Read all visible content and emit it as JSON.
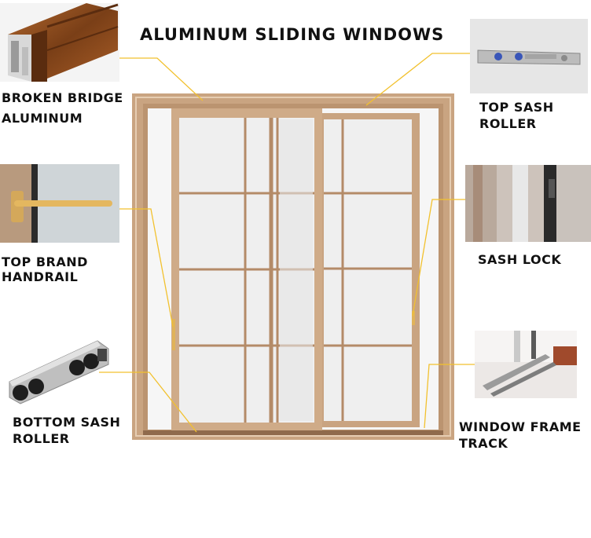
{
  "title": "ALUMINUM SLIDING WINDOWS",
  "labels": {
    "broken_bridge_1": "BROKEN BRIDGE",
    "broken_bridge_2": "ALUMINUM",
    "top_sash_1": "TOP SASH",
    "top_sash_2": "ROLLER",
    "handrail_1": "TOP BRAND",
    "handrail_2": "HANDRAIL",
    "sash_lock": "SASH LOCK",
    "bottom_sash_1": "BOTTOM SASH",
    "bottom_sash_2": "ROLLER",
    "track_1": "WINDOW FRAME",
    "track_2": "TRACK"
  },
  "colors": {
    "frame": "#c9a481",
    "frame_dark": "#a9825f",
    "glass": "#f1f1f1",
    "leader": "#f2c12e",
    "text": "#111111"
  }
}
